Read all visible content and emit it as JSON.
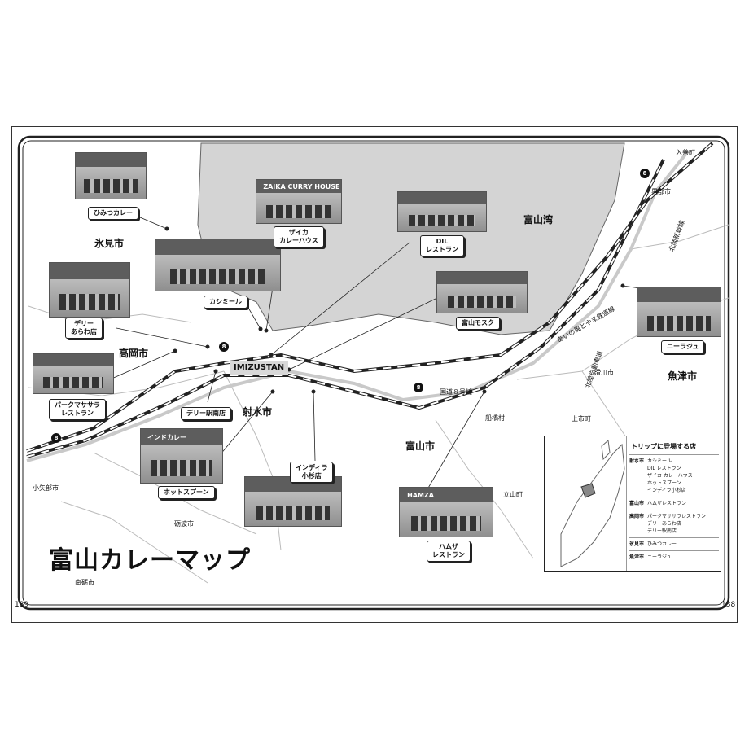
{
  "title": "富山カレーマップ",
  "page_left": "139",
  "page_right": "138",
  "bay": "富山湾",
  "cities": {
    "himi": "氷見市",
    "takaoka": "高岡市",
    "imizu": "射水市",
    "toyama": "富山市",
    "uozu": "魚津市",
    "kurobe": "黒部市",
    "namerikawa": "滑川市",
    "oyabe": "小矢部市",
    "tonami": "砺波市",
    "nanto": "南砺市",
    "funahashi": "船橋村",
    "kamiichi": "上市町",
    "tateyama": "立山町",
    "nyuzen": "入善町"
  },
  "roads": {
    "route8": "国道８号線",
    "expressway": "北陸自動車道",
    "ainokaze": "あいの風とやま鉄道線",
    "hokuriku": "北陸新幹線",
    "shield": "8"
  },
  "imizustan": "IMIZUSTAN",
  "shops": {
    "himitsu": "ひみつカレー",
    "zaika_1": "ザイカ",
    "zaika_2": "カレーハウス",
    "dil_1": "DIL",
    "dil_2": "レストラン",
    "kashmir": "カシミール",
    "mosque": "富山モスク",
    "delhi_arawa_1": "デリー",
    "delhi_arawa_2": "あらわ店",
    "park_1": "パークマササラ",
    "park_2": "レストラン",
    "delhi_station": "デリー駅南店",
    "hotspoon": "ホットスプーン",
    "india_1": "インディラ",
    "india_2": "小杉店",
    "hamza_1": "ハムザ",
    "hamza_2": "レストラン",
    "niraji": "ニーラジュ"
  },
  "photo_signs": {
    "zaika": "ZAIKA CURRY HOUSE",
    "hamza": "HAMZA",
    "hotspoon": "インドカレー"
  },
  "legend": {
    "header": "トリップに登場する店",
    "rows": [
      {
        "city": "射水市",
        "shops": [
          "カシミール",
          "DIL レストラン",
          "ザイカ カレーハウス",
          "ホットスプーン",
          "インディラ小杉店"
        ]
      },
      {
        "city": "富山市",
        "shops": [
          "ハムザレストラン"
        ]
      },
      {
        "city": "高岡市",
        "shops": [
          "パークマササラレストラン",
          "デリーあらわ店",
          "デリー駅南店"
        ]
      },
      {
        "city": "氷見市",
        "shops": [
          "ひみつカレー"
        ]
      },
      {
        "city": "魚津市",
        "shops": [
          "ニーラジュ"
        ]
      }
    ]
  },
  "colors": {
    "sea": "#d4d4d4",
    "border": "#222222",
    "road": "#c9c9c9"
  }
}
